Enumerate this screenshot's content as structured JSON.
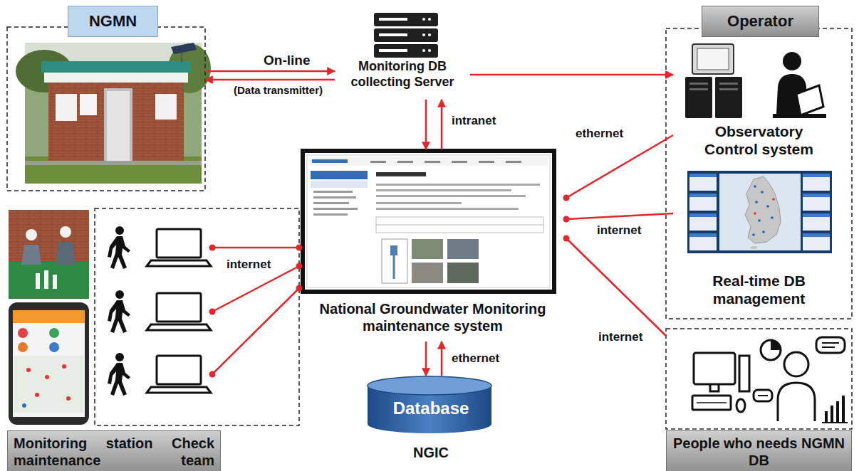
{
  "diagram": {
    "nodes": [
      {
        "text": [
          "NGMN"
        ]
      },
      {
        "text": [
          "Monitoring DB collecting Server"
        ]
      },
      {
        "text": [
          "Operator"
        ]
      },
      {
        "text": [
          "Observatory Control system"
        ],
        "in": 2
      },
      {
        "text": [
          "Real-time DB management"
        ],
        "in": 2
      },
      {
        "text": [
          "Monitoring station Check maintenance team"
        ]
      },
      {
        "text": [
          "National Groundwater Monitoring maintenance system"
        ]
      },
      {
        "text": [
          "Database",
          "NGIC"
        ]
      },
      {
        "text": [
          "People who needs NGMN DB"
        ]
      }
    ],
    "edges": [
      {
        "from": 0,
        "to": 1,
        "label": "On-line",
        "arrow": "to"
      },
      {
        "from": 1,
        "to": 0,
        "label": "(Data transmitter)",
        "arrow": "to"
      },
      {
        "from": 1,
        "to": 6,
        "arrow": "to"
      },
      {
        "from": 6,
        "to": 1,
        "label": "intranet",
        "arrow": "to"
      },
      {
        "from": 1,
        "to": 3,
        "arrow": "to"
      },
      {
        "from": 6,
        "to": 7,
        "arrow": "to"
      },
      {
        "from": 7,
        "to": 6,
        "label": "ethernet",
        "arrow": "to"
      },
      {
        "from": 5,
        "to": 6,
        "arrow": "none"
      },
      {
        "from": 5,
        "to": 6,
        "label": "internet",
        "arrow": "none"
      },
      {
        "from": 5,
        "to": 6,
        "arrow": "none"
      },
      {
        "from": 6,
        "to": 3,
        "label": "ethernet",
        "arrow": "none"
      },
      {
        "from": 6,
        "to": 4,
        "label": "internet",
        "arrow": "none"
      },
      {
        "from": 6,
        "to": 8,
        "label": "internet",
        "arrow": "none"
      }
    ]
  }
}
